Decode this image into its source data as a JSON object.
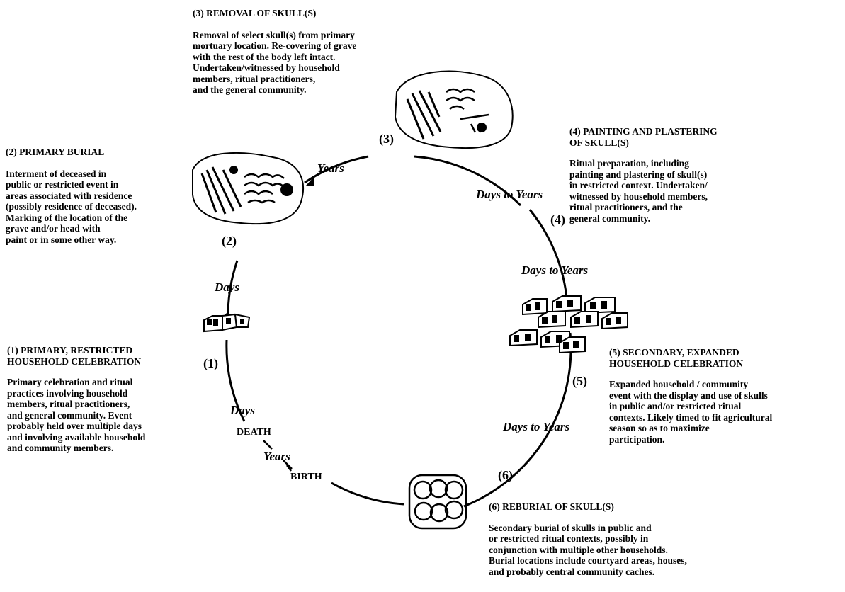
{
  "stages": [
    {
      "num": "(1)",
      "heading": "(1) PRIMARY, RESTRICTED\nHOUSEHOLD CELEBRATION",
      "body": "Primary celebration and ritual\npractices involving household\nmembers, ritual practitioners,\nand general community.  Event\nprobably held over multiple days\nand involving available household\nand community members."
    },
    {
      "num": "(2)",
      "heading": "(2) PRIMARY BURIAL",
      "body": "Interment of deceased in\npublic or restricted event in\nareas associated with residence\n(possibly residence of deceased).\nMarking of the location of the\ngrave and/or head with\npaint or in some other way."
    },
    {
      "num": "(3)",
      "heading": "(3) REMOVAL OF SKULL(S)",
      "body": "Removal of select skull(s) from primary\nmortuary location. Re-covering of grave\nwith the rest of the body left intact.\nUndertaken/witnessed by household\nmembers, ritual practitioners,\nand the general community."
    },
    {
      "num": "(4)",
      "heading": "(4) PAINTING AND PLASTERING\nOF SKULL(S)",
      "body": "Ritual preparation, including\npainting and plastering of skull(s)\nin restricted context. Undertaken/\nwitnessed by household members,\nritual practitioners, and the\ngeneral community."
    },
    {
      "num": "(5)",
      "heading": "(5) SECONDARY, EXPANDED\nHOUSEHOLD CELEBRATION",
      "body": "Expanded household / community\nevent with the display and use of skulls\nin public and/or restricted ritual\ncontexts.  Likely timed to fit agricultural\nseason so as to maximize\nparticipation."
    },
    {
      "num": "(6)",
      "heading": "(6) REBURIAL OF SKULL(S)",
      "body": "Secondary burial of skulls in public and\nor restricted ritual contexts, possibly in\nconjunction with multiple other households.\nBurial locations include courtyard areas, houses,\nand probably central community caches."
    }
  ],
  "intervals": {
    "death_to_1": "Days",
    "one_to_2": "Days",
    "two_to_3": "Years",
    "three_to_4": "Days to Years",
    "four_to_5": "Days to Years",
    "five_to_6": "Days to Years",
    "birth_to_death": "Years"
  },
  "cycle": {
    "death": "DEATH",
    "birth": "BIRTH"
  },
  "icons": [
    "house-icon",
    "grave-skeleton-icon",
    "skull-removal-icon",
    "house-cluster-icon",
    "skull-cache-icon"
  ],
  "colors": {
    "ink": "#000000",
    "background": "#ffffff"
  }
}
